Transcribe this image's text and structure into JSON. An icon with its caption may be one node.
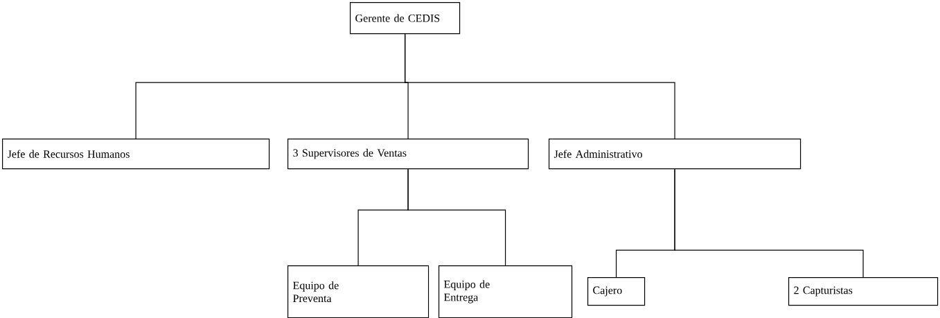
{
  "diagram": {
    "nodes": [
      {
        "text": [
          "Gerente de CEDIS"
        ]
      },
      {
        "text": [
          "Jefe de Recursos Humanos"
        ]
      },
      {
        "text": [
          "3 Supervisores de Ventas"
        ]
      },
      {
        "text": [
          "Jefe Administrativo"
        ]
      },
      {
        "text": [
          "Equipo de Preventa"
        ]
      },
      {
        "text": [
          "Equipo de Entrega"
        ]
      },
      {
        "text": [
          "Cajero"
        ]
      },
      {
        "text": [
          "2 Capturistas"
        ]
      }
    ],
    "edges": [
      {
        "from": 0,
        "to": 1,
        "arrow": "none"
      },
      {
        "from": 0,
        "to": 2,
        "arrow": "none"
      },
      {
        "from": 0,
        "to": 3,
        "arrow": "none"
      },
      {
        "from": 2,
        "to": 4,
        "arrow": "none"
      },
      {
        "from": 2,
        "to": 5,
        "arrow": "none"
      },
      {
        "from": 3,
        "to": 6,
        "arrow": "none"
      },
      {
        "from": 3,
        "to": 7,
        "arrow": "none"
      }
    ]
  }
}
